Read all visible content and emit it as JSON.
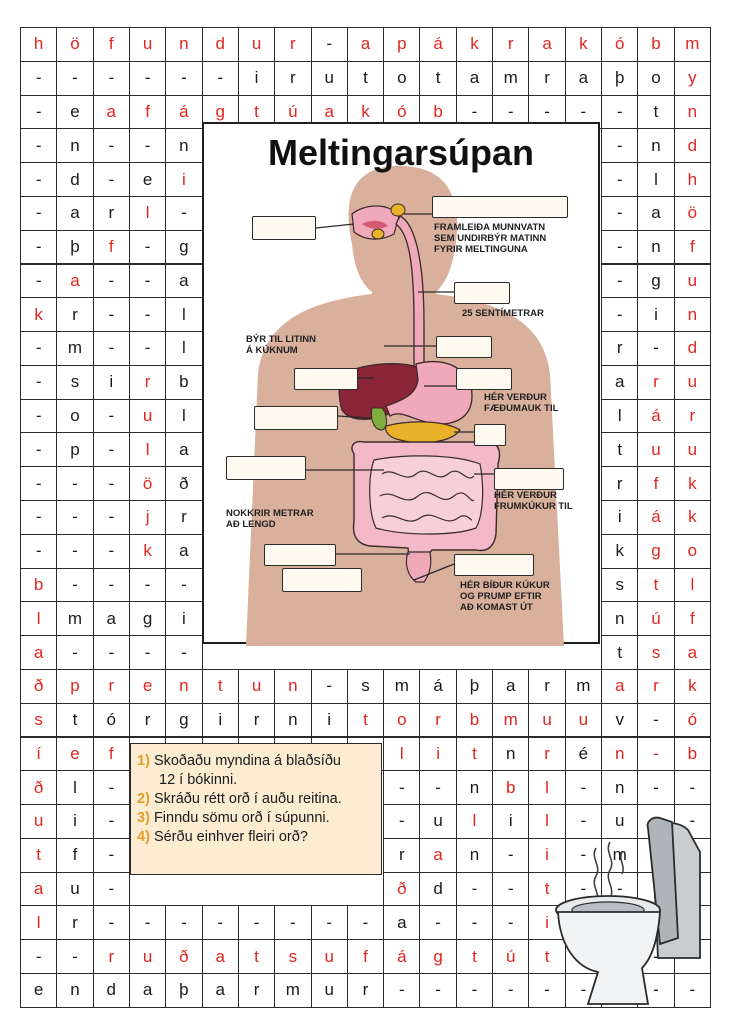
{
  "grid": {
    "rows": [
      [
        "h",
        "ö",
        "f",
        "u",
        "n",
        "d",
        "u",
        "r",
        "-",
        "a",
        "p",
        "á",
        "k",
        "r",
        "a",
        "k",
        "ó",
        "b",
        "m"
      ],
      [
        "-",
        "-",
        "-",
        "-",
        "-",
        "-",
        "i",
        "r",
        "u",
        "t",
        "o",
        "t",
        "a",
        "m",
        "r",
        "a",
        "þ",
        "o",
        "y"
      ],
      [
        "-",
        "e",
        "a",
        "f",
        "á",
        "g",
        "t",
        "ú",
        "a",
        "k",
        "ó",
        "b",
        "-",
        "-",
        "-",
        "-",
        "-",
        "t",
        "n"
      ],
      [
        "-",
        "n",
        "-",
        "-",
        "n",
        "",
        "",
        "",
        "",
        "",
        "",
        "",
        "",
        "",
        "",
        "",
        "-",
        "n",
        "d"
      ],
      [
        "-",
        "d",
        "-",
        "e",
        "i",
        "",
        "",
        "",
        "",
        "",
        "",
        "",
        "",
        "",
        "",
        "",
        "-",
        "l",
        "h"
      ],
      [
        "-",
        "a",
        "r",
        "l",
        "-",
        "",
        "",
        "",
        "",
        "",
        "",
        "",
        "",
        "",
        "",
        "",
        "-",
        "a",
        "ö"
      ],
      [
        "-",
        "þ",
        "f",
        "-",
        "g",
        "",
        "",
        "",
        "",
        "",
        "",
        "",
        "",
        "",
        "",
        "",
        "-",
        "n",
        "f"
      ],
      [
        "-",
        "a",
        "-",
        "-",
        "a",
        "",
        "",
        "",
        "",
        "",
        "",
        "",
        "",
        "",
        "",
        "",
        "-",
        "g",
        "u"
      ],
      [
        "k",
        "r",
        "-",
        "-",
        "l",
        "",
        "",
        "",
        "",
        "",
        "",
        "",
        "",
        "",
        "",
        "",
        "-",
        "i",
        "n"
      ],
      [
        "-",
        "m",
        "-",
        "-",
        "l",
        "",
        "",
        "",
        "",
        "",
        "",
        "",
        "",
        "",
        "",
        "",
        "r",
        "-",
        "d"
      ],
      [
        "-",
        "s",
        "i",
        "r",
        "b",
        "",
        "",
        "",
        "",
        "",
        "",
        "",
        "",
        "",
        "",
        "",
        "a",
        "r",
        "u"
      ],
      [
        "-",
        "o",
        "-",
        "u",
        "l",
        "",
        "",
        "",
        "",
        "",
        "",
        "",
        "",
        "",
        "",
        "",
        "l",
        "á",
        "r"
      ],
      [
        "-",
        "p",
        "-",
        "l",
        "a",
        "",
        "",
        "",
        "",
        "",
        "",
        "",
        "",
        "",
        "",
        "",
        "t",
        "u",
        "u"
      ],
      [
        "-",
        "-",
        "-",
        "ö",
        "ð",
        "",
        "",
        "",
        "",
        "",
        "",
        "",
        "",
        "",
        "",
        "",
        "r",
        "f",
        "k"
      ],
      [
        "-",
        "-",
        "-",
        "j",
        "r",
        "",
        "",
        "",
        "",
        "",
        "",
        "",
        "",
        "",
        "",
        "",
        "i",
        "á",
        "k"
      ],
      [
        "-",
        "-",
        "-",
        "k",
        "a",
        "",
        "",
        "",
        "",
        "",
        "",
        "",
        "",
        "",
        "",
        "",
        "k",
        "g",
        "o"
      ],
      [
        "b",
        "-",
        "-",
        "-",
        "-",
        "",
        "",
        "",
        "",
        "",
        "",
        "",
        "",
        "",
        "",
        "",
        "s",
        "t",
        "l"
      ],
      [
        "l",
        "m",
        "a",
        "g",
        "i",
        "",
        "",
        "",
        "",
        "",
        "",
        "",
        "",
        "",
        "",
        "",
        "n",
        "ú",
        "f"
      ],
      [
        "a",
        "-",
        "-",
        "-",
        "-",
        "",
        "",
        "",
        "",
        "",
        "",
        "",
        "",
        "",
        "",
        "",
        "t",
        "s",
        "a"
      ],
      [
        "ð",
        "p",
        "r",
        "e",
        "n",
        "t",
        "u",
        "n",
        "-",
        "s",
        "m",
        "á",
        "þ",
        "a",
        "r",
        "m",
        "a",
        "r",
        "k"
      ],
      [
        "s",
        "t",
        "ó",
        "r",
        "g",
        "i",
        "r",
        "n",
        "i",
        "t",
        "o",
        "r",
        "b",
        "m",
        "u",
        "u",
        "v",
        "-",
        "ó"
      ],
      [
        "í",
        "e",
        "f",
        "n",
        "i",
        "s",
        "y",
        "f",
        "i",
        "r",
        "l",
        "i",
        "t",
        "n",
        "r",
        "é",
        "n",
        "-",
        "b"
      ],
      [
        "ð",
        "l",
        "-",
        "",
        "",
        "",
        "",
        "",
        "",
        "",
        "-",
        "-",
        "n",
        "b",
        "l",
        "-",
        "n",
        "-",
        "-"
      ],
      [
        "u",
        "i",
        "-",
        "",
        "",
        "",
        "",
        "",
        "",
        "",
        "-",
        "u",
        "l",
        "i",
        "l",
        "-",
        "u",
        "-",
        "-"
      ],
      [
        "t",
        "f",
        "-",
        "",
        "",
        "",
        "",
        "",
        "",
        "",
        "r",
        "a",
        "n",
        "-",
        "i",
        "-",
        "m",
        "-",
        "-"
      ],
      [
        "a",
        "u",
        "-",
        "",
        "",
        "",
        "",
        "",
        "",
        "",
        "ð",
        "d",
        "-",
        "-",
        "t",
        "-",
        "-",
        "-",
        "-"
      ],
      [
        "l",
        "r",
        "-",
        "-",
        "-",
        "-",
        "-",
        "-",
        "-",
        "-",
        "a",
        "-",
        "-",
        "-",
        "i",
        "-",
        "-",
        "-",
        "-"
      ],
      [
        "-",
        "-",
        "r",
        "u",
        "ð",
        "a",
        "t",
        "s",
        "u",
        "f",
        "á",
        "g",
        "t",
        "ú",
        "t",
        "-",
        "-",
        "-",
        "-"
      ],
      [
        "e",
        "n",
        "d",
        "a",
        "þ",
        "a",
        "r",
        "m",
        "u",
        "r",
        "-",
        "-",
        "-",
        "-",
        "-",
        "-",
        "-",
        "-",
        "-"
      ]
    ],
    "highlighted": [
      [
        0,
        0
      ],
      [
        0,
        1
      ],
      [
        0,
        2
      ],
      [
        0,
        3
      ],
      [
        0,
        4
      ],
      [
        0,
        5
      ],
      [
        0,
        6
      ],
      [
        0,
        7
      ],
      [
        0,
        9
      ],
      [
        0,
        10
      ],
      [
        0,
        11
      ],
      [
        0,
        12
      ],
      [
        0,
        13
      ],
      [
        0,
        14
      ],
      [
        0,
        15
      ],
      [
        0,
        16
      ],
      [
        0,
        17
      ],
      [
        0,
        18
      ],
      [
        1,
        18
      ],
      [
        2,
        18
      ],
      [
        3,
        18
      ],
      [
        4,
        18
      ],
      [
        5,
        18
      ],
      [
        6,
        18
      ],
      [
        7,
        18
      ],
      [
        8,
        18
      ],
      [
        9,
        18
      ],
      [
        10,
        18
      ],
      [
        11,
        18
      ],
      [
        12,
        18
      ],
      [
        13,
        18
      ],
      [
        14,
        18
      ],
      [
        15,
        18
      ],
      [
        16,
        18
      ],
      [
        17,
        18
      ],
      [
        18,
        18
      ],
      [
        19,
        18
      ],
      [
        20,
        18
      ],
      [
        21,
        18
      ],
      [
        2,
        2
      ],
      [
        2,
        3
      ],
      [
        2,
        4
      ],
      [
        2,
        5
      ],
      [
        2,
        6
      ],
      [
        2,
        7
      ],
      [
        2,
        8
      ],
      [
        2,
        9
      ],
      [
        2,
        10
      ],
      [
        2,
        11
      ],
      [
        4,
        4
      ],
      [
        5,
        3
      ],
      [
        6,
        2
      ],
      [
        7,
        1
      ],
      [
        8,
        0
      ],
      [
        10,
        3
      ],
      [
        11,
        3
      ],
      [
        12,
        3
      ],
      [
        13,
        3
      ],
      [
        14,
        3
      ],
      [
        15,
        3
      ],
      [
        10,
        17
      ],
      [
        11,
        17
      ],
      [
        12,
        17
      ],
      [
        13,
        17
      ],
      [
        14,
        17
      ],
      [
        15,
        17
      ],
      [
        16,
        17
      ],
      [
        17,
        17
      ],
      [
        18,
        17
      ],
      [
        16,
        0
      ],
      [
        17,
        0
      ],
      [
        18,
        0
      ],
      [
        19,
        0
      ],
      [
        20,
        0
      ],
      [
        21,
        0
      ],
      [
        22,
        0
      ],
      [
        23,
        0
      ],
      [
        24,
        0
      ],
      [
        25,
        0
      ],
      [
        26,
        0
      ],
      [
        19,
        1
      ],
      [
        19,
        2
      ],
      [
        19,
        3
      ],
      [
        19,
        4
      ],
      [
        19,
        5
      ],
      [
        19,
        6
      ],
      [
        19,
        7
      ],
      [
        19,
        16
      ],
      [
        19,
        17
      ],
      [
        20,
        9
      ],
      [
        20,
        10
      ],
      [
        20,
        11
      ],
      [
        20,
        12
      ],
      [
        20,
        13
      ],
      [
        20,
        14
      ],
      [
        20,
        15
      ],
      [
        21,
        1
      ],
      [
        21,
        2
      ],
      [
        21,
        3
      ],
      [
        21,
        4
      ],
      [
        21,
        5
      ],
      [
        21,
        6
      ],
      [
        21,
        7
      ],
      [
        21,
        8
      ],
      [
        21,
        9
      ],
      [
        21,
        10
      ],
      [
        21,
        11
      ],
      [
        21,
        12
      ],
      [
        21,
        14
      ],
      [
        21,
        16
      ],
      [
        21,
        17
      ],
      [
        22,
        13
      ],
      [
        22,
        14
      ],
      [
        23,
        12
      ],
      [
        23,
        14
      ],
      [
        24,
        11
      ],
      [
        24,
        14
      ],
      [
        25,
        10
      ],
      [
        25,
        14
      ],
      [
        26,
        14
      ],
      [
        27,
        2
      ],
      [
        27,
        3
      ],
      [
        27,
        4
      ],
      [
        27,
        5
      ],
      [
        27,
        6
      ],
      [
        27,
        7
      ],
      [
        27,
        8
      ],
      [
        27,
        9
      ],
      [
        27,
        10
      ],
      [
        27,
        11
      ],
      [
        27,
        12
      ],
      [
        27,
        13
      ],
      [
        27,
        14
      ]
    ]
  },
  "diagram": {
    "title": "Meltingarsúpan",
    "labels": {
      "saliva": [
        "Framleiða munnvatn",
        "sem undirbýr matinn",
        "fyrir meltinguna"
      ],
      "length25": [
        "25 sentímetrar"
      ],
      "bile": [
        "Býr til litinn",
        "á kúknum"
      ],
      "stomach": [
        "Hér verður",
        "fæðumauk til"
      ],
      "smallint": [
        "Nokkrir metrar",
        "að lengd"
      ],
      "largeint": [
        "Hér verður",
        "frumkúkur til"
      ],
      "rectum": [
        "Hér bíður kúkur",
        "og prump eftir",
        "að komast út"
      ]
    },
    "colors": {
      "body": "#d9b09c",
      "esophagus": "#f0a9b8",
      "liver": "#8a2538",
      "pancreas": "#e9b22a",
      "gallbladder": "#7fae3e",
      "intestine": "#f3b9c8",
      "outline": "#3a2a2a"
    }
  },
  "instructions": {
    "items": [
      {
        "num": "1)",
        "line1": "Skoðaðu myndina á blaðsíðu",
        "line2": "12 í bókinni."
      },
      {
        "num": "2)",
        "line1": "Skráðu rétt orð í auðu reitina."
      },
      {
        "num": "3)",
        "line1": "Finndu sömu orð í súpunni."
      },
      {
        "num": "4)",
        "line1": "Sérðu einhver fleiri orð?"
      }
    ],
    "num_color": "#e89a2b"
  },
  "colors": {
    "highlight": "#e2261f",
    "text": "#1b1b1b",
    "instruction_bg": "#fbecd2"
  }
}
